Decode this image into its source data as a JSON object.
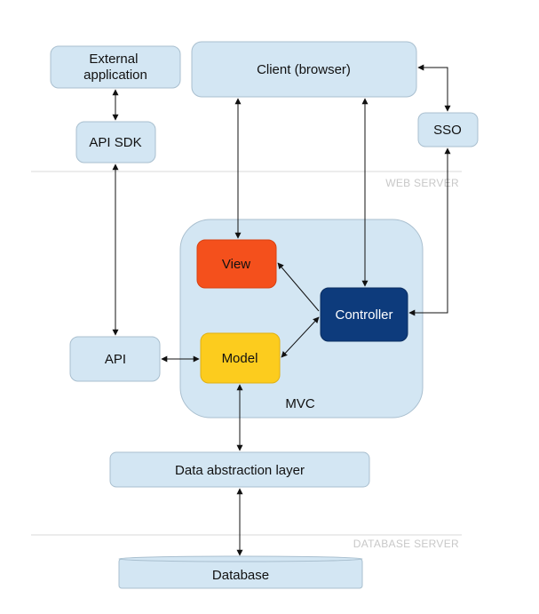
{
  "zones": {
    "web_server": "WEB SERVER",
    "database_server": "DATABASE SERVER"
  },
  "nodes": {
    "external_application": [
      "External",
      "application"
    ],
    "api_sdk": "API SDK",
    "client_browser": "Client (browser)",
    "sso": "SSO",
    "mvc": "MVC",
    "view": "View",
    "controller": "Controller",
    "model": "Model",
    "api": "API",
    "data_abstraction_layer": "Data abstraction layer",
    "database": "Database"
  },
  "colors": {
    "box_fill": "#d3e6f3",
    "box_stroke": "#a9bfcf",
    "view": "#f4501c",
    "controller": "#0d3b7c",
    "model": "#fccc1e",
    "zone_line": "#d9d9d9",
    "zone_text": "#c8c8c8"
  }
}
